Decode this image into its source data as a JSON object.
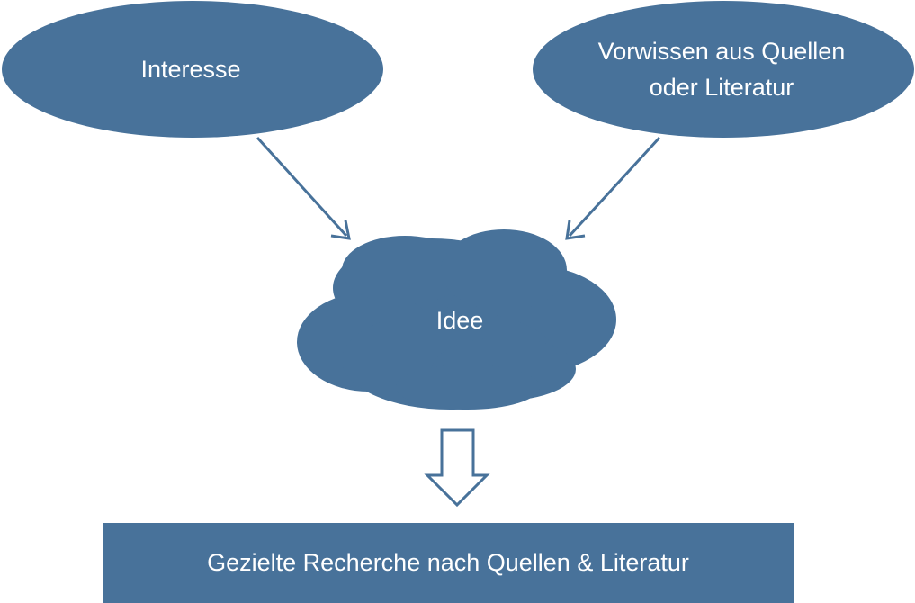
{
  "diagram": {
    "colors": {
      "node_fill": "#48729a",
      "text": "#ffffff",
      "arrow": "#48729a",
      "background": "#ffffff"
    },
    "nodes": {
      "interesse": {
        "label": "Interesse",
        "shape": "ellipse"
      },
      "vorwissen": {
        "label_line1": "Vorwissen aus Quellen",
        "label_line2": "oder Literatur",
        "shape": "ellipse"
      },
      "idee": {
        "label": "Idee",
        "shape": "cloud"
      },
      "recherche": {
        "label": "Gezielte Recherche nach Quellen & Literatur",
        "shape": "rectangle"
      }
    },
    "edges": [
      {
        "from": "interesse",
        "to": "idee",
        "style": "solid-arrow"
      },
      {
        "from": "vorwissen",
        "to": "idee",
        "style": "solid-arrow"
      },
      {
        "from": "idee",
        "to": "recherche",
        "style": "hollow-block-arrow"
      }
    ]
  }
}
